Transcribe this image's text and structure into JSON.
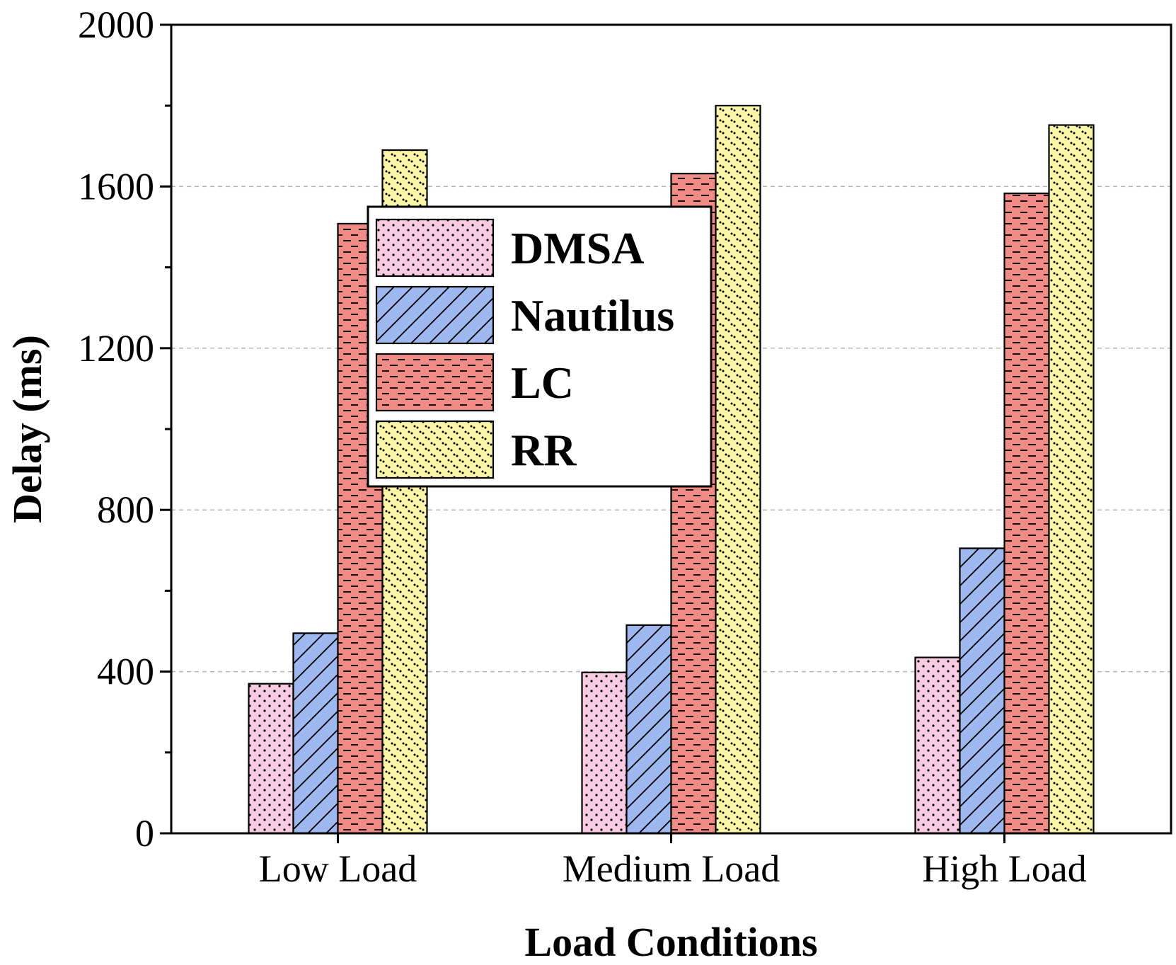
{
  "chart_data": {
    "type": "bar",
    "categories": [
      "Low Load",
      "Medium Load",
      "High Load"
    ],
    "series": [
      {
        "name": "DMSA",
        "values": [
          370,
          398,
          435
        ],
        "color": "#f9cbe3",
        "pattern": "dots"
      },
      {
        "name": "Nautilus",
        "values": [
          495,
          515,
          705
        ],
        "color": "#9fb7ef",
        "pattern": "diagonal"
      },
      {
        "name": "LC",
        "values": [
          1508,
          1632,
          1583
        ],
        "color": "#f08b86",
        "pattern": "dashes"
      },
      {
        "name": "RR",
        "values": [
          1690,
          1800,
          1752
        ],
        "color": "#f9f5a6",
        "pattern": "speckle"
      }
    ],
    "title": "",
    "xlabel": "Load Conditions",
    "ylabel": "Delay (ms)",
    "ylim": [
      0,
      2000
    ],
    "yticks": [
      0,
      400,
      800,
      1200,
      1600,
      2000
    ],
    "ytick_labels": [
      "0",
      "400",
      "800",
      "1200",
      "1600",
      "2000"
    ],
    "grid": "horizontal dashed at labeled ticks",
    "legend_position": "top-left"
  }
}
